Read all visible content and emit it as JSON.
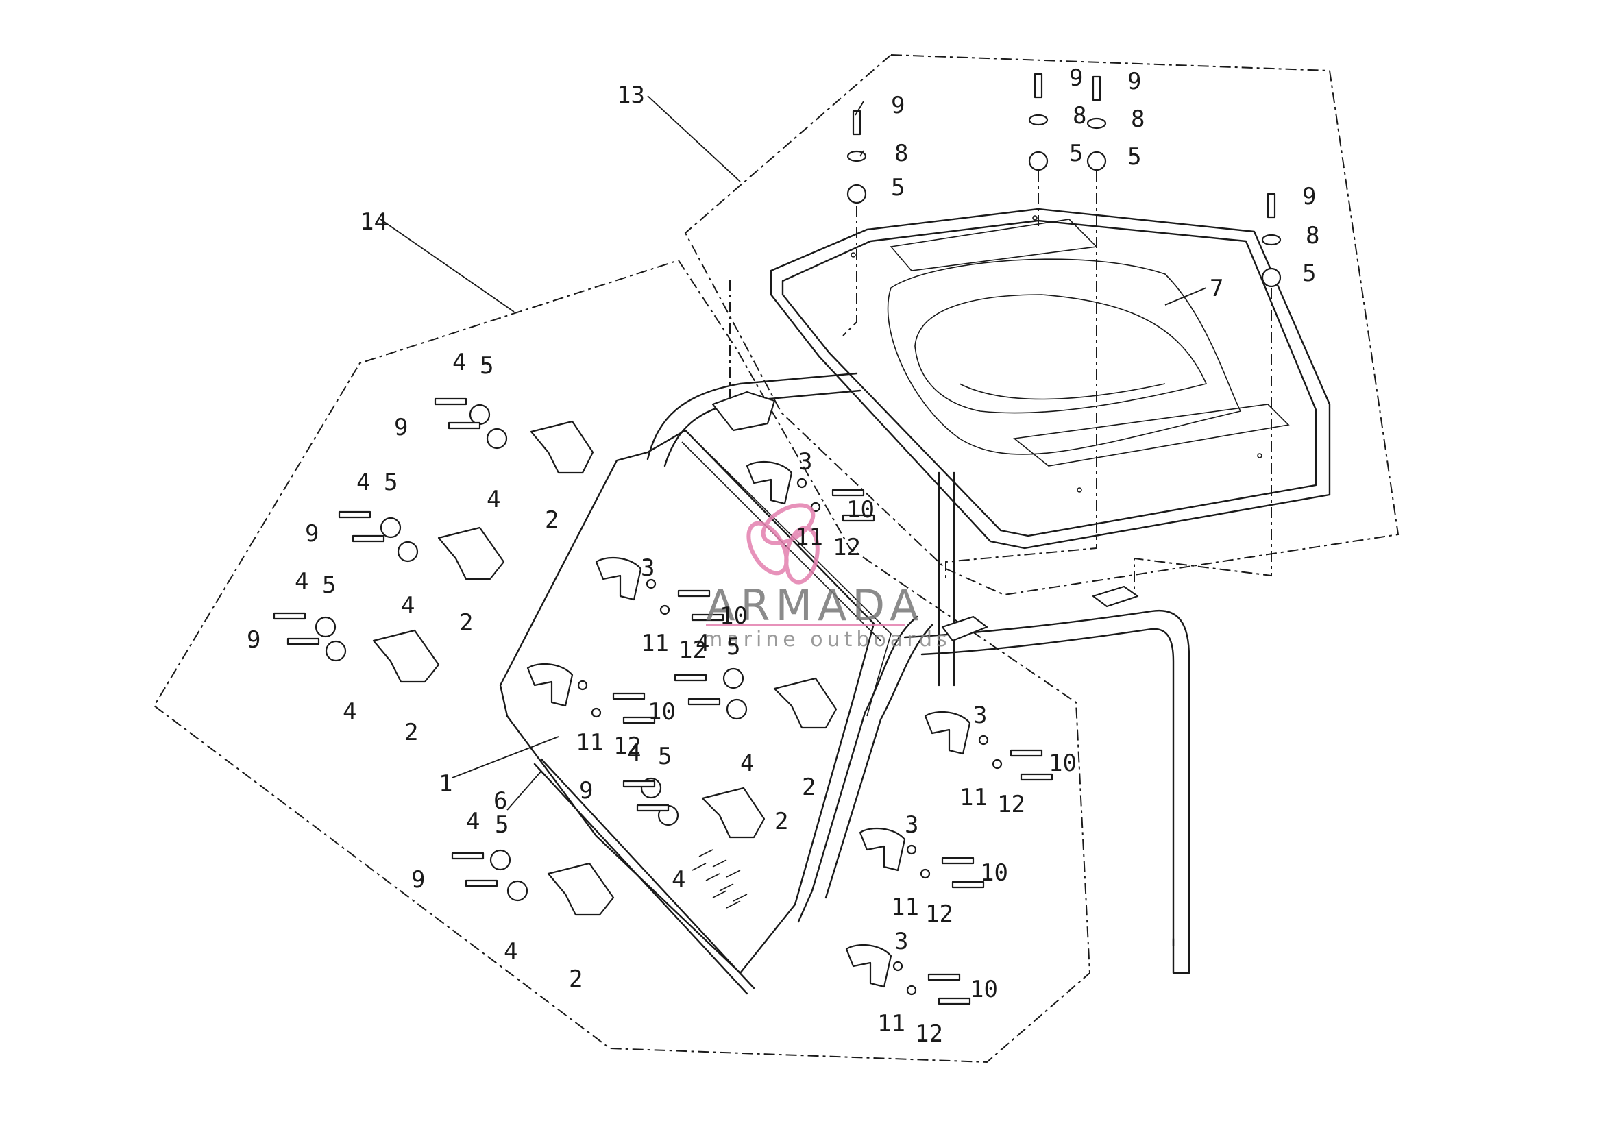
{
  "watermark": {
    "title": "ARMADA",
    "subtitle": "marine outboards",
    "logo_icon": "propeller-logo-icon",
    "accent_color": "#e37fae"
  },
  "callouts": [
    {
      "label": "13"
    },
    {
      "label": "14"
    },
    {
      "label": "9"
    },
    {
      "label": "8"
    },
    {
      "label": "5"
    },
    {
      "label": "9"
    },
    {
      "label": "9"
    },
    {
      "label": "8"
    },
    {
      "label": "8"
    },
    {
      "label": "5"
    },
    {
      "label": "5"
    },
    {
      "label": "9"
    },
    {
      "label": "8"
    },
    {
      "label": "5"
    },
    {
      "label": "7"
    },
    {
      "label": "4"
    },
    {
      "label": "5"
    },
    {
      "label": "9"
    },
    {
      "label": "4"
    },
    {
      "label": "2"
    },
    {
      "label": "4"
    },
    {
      "label": "5"
    },
    {
      "label": "9"
    },
    {
      "label": "4"
    },
    {
      "label": "2"
    },
    {
      "label": "4"
    },
    {
      "label": "5"
    },
    {
      "label": "9"
    },
    {
      "label": "4"
    },
    {
      "label": "2"
    },
    {
      "label": "3"
    },
    {
      "label": "10"
    },
    {
      "label": "11"
    },
    {
      "label": "12"
    },
    {
      "label": "3"
    },
    {
      "label": "10"
    },
    {
      "label": "11"
    },
    {
      "label": "12"
    },
    {
      "label": "4"
    },
    {
      "label": "5"
    },
    {
      "label": "10"
    },
    {
      "label": "11"
    },
    {
      "label": "12"
    },
    {
      "label": "4"
    },
    {
      "label": "2"
    },
    {
      "label": "1"
    },
    {
      "label": "4"
    },
    {
      "label": "5"
    },
    {
      "label": "9"
    },
    {
      "label": "2"
    },
    {
      "label": "4"
    },
    {
      "label": "6"
    },
    {
      "label": "4"
    },
    {
      "label": "5"
    },
    {
      "label": "9"
    },
    {
      "label": "4"
    },
    {
      "label": "2"
    },
    {
      "label": "3"
    },
    {
      "label": "10"
    },
    {
      "label": "11"
    },
    {
      "label": "12"
    },
    {
      "label": "3"
    },
    {
      "label": "10"
    },
    {
      "label": "11"
    },
    {
      "label": "12"
    },
    {
      "label": "3"
    },
    {
      "label": "10"
    },
    {
      "label": "11"
    },
    {
      "label": "12"
    }
  ]
}
